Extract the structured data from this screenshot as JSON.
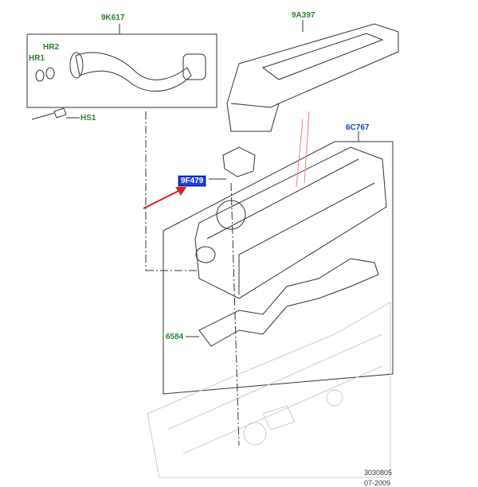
{
  "labels": {
    "hose": "9K617",
    "clip_hr2": "HR2",
    "clip_hr1": "HR1",
    "screw_hs1": "HS1",
    "cover_insulator": "9A397",
    "valve_cover": "6C767",
    "sensor": "9F479",
    "gasket": "6584"
  },
  "reference": {
    "number": "3030805",
    "date": "07-2009"
  },
  "colors": {
    "label": "#2e7d32",
    "label_blue": "#1a3fb5",
    "highlight": "#1f3fe0",
    "arrow": "#e02020"
  }
}
